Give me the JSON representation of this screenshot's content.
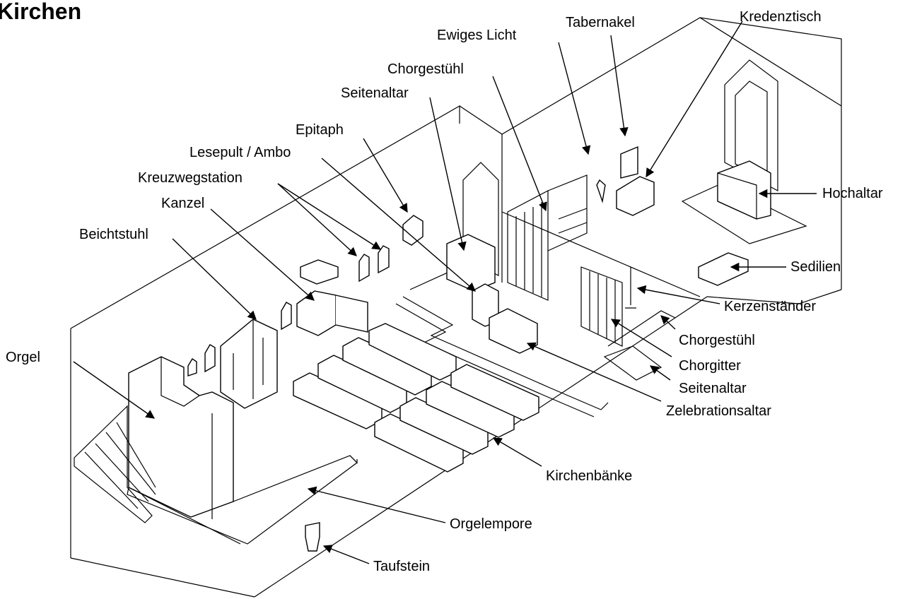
{
  "title": "Kirchen",
  "labels": {
    "ewiges_licht": "Ewiges Licht",
    "tabernakel": "Tabernakel",
    "kredenztisch": "Kredenztisch",
    "chorgestuehl_top": "Chorgestühl",
    "seitenaltar_top": "Seitenaltar",
    "epitaph": "Epitaph",
    "lesepult": "Lesepult / Ambo",
    "kreuzwegstation": "Kreuzwegstation",
    "kanzel": "Kanzel",
    "beichtstuhl": "Beichtstuhl",
    "orgel": "Orgel",
    "hochaltar": "Hochaltar",
    "sedilien": "Sedilien",
    "kerzenstaender": "Kerzenständer",
    "chorgestuehl_right": "Chorgestühl",
    "chorgitter": "Chorgitter",
    "seitenaltar_right": "Seitenaltar",
    "zelebrationsaltar": "Zelebrationsaltar",
    "kirchenbaenke": "Kirchenbänke",
    "orgelempore": "Orgelempore",
    "taufstein": "Taufstein"
  }
}
